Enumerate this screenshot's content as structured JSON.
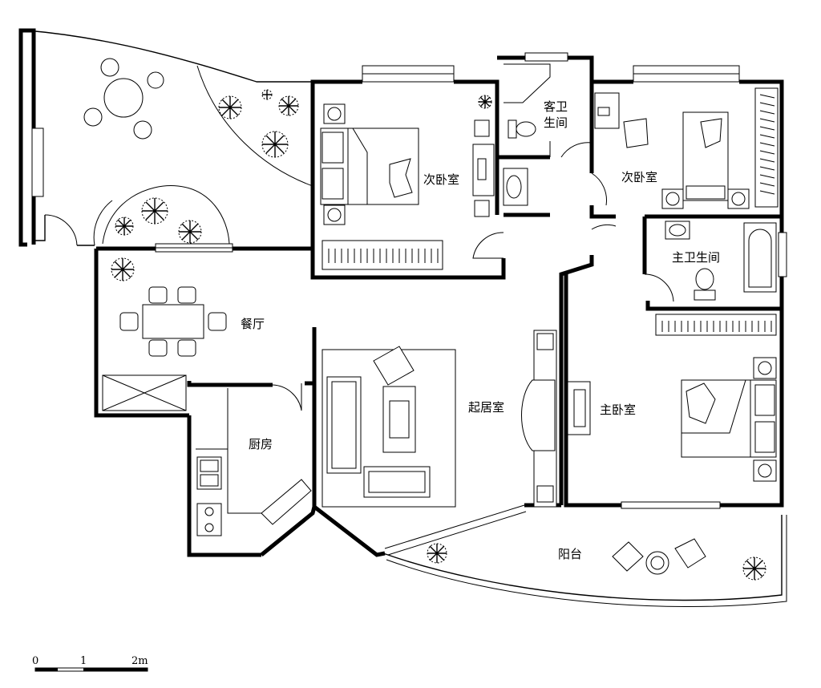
{
  "rooms": {
    "second_bedroom_left": "次卧室",
    "guest_bathroom_line1": "客卫",
    "guest_bathroom_line2": "生间",
    "second_bedroom_right": "次卧室",
    "master_bathroom": "主卫生间",
    "dining_room": "餐厅",
    "living_room": "起居室",
    "master_bedroom": "主卧室",
    "kitchen": "厨房",
    "balcony": "阳台"
  },
  "scale_bar": {
    "tick_0": "0",
    "tick_1": "1",
    "tick_2": "2m"
  },
  "colors": {
    "ink": "#000000",
    "paper": "#ffffff"
  }
}
